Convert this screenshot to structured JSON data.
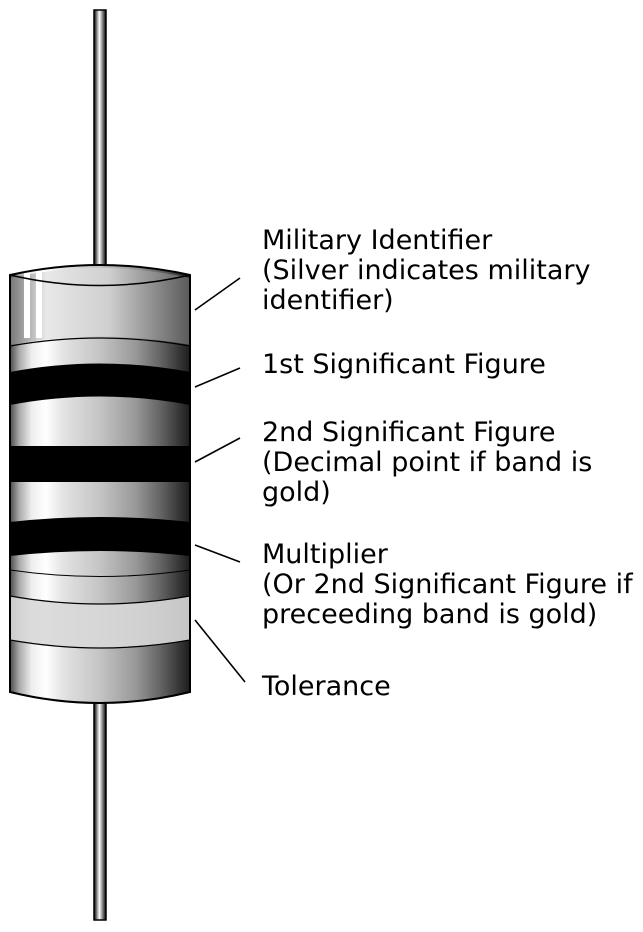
{
  "callouts": [
    {
      "lines": [
        "Military Identifier",
        "(Silver indicates military",
        "identifier)"
      ]
    },
    {
      "lines": [
        "1st Significant Figure"
      ]
    },
    {
      "lines": [
        "2nd Significant Figure",
        "(Decimal point if band is",
        "gold)"
      ]
    },
    {
      "lines": [
        "Multiplier",
        "(Or 2nd Significant Figure if",
        "preceeding band is gold)"
      ]
    },
    {
      "lines": [
        "Tolerance"
      ]
    }
  ],
  "bands": [
    {
      "role": "military-identifier",
      "color": "silver"
    },
    {
      "role": "first-significant-figure",
      "color": "black"
    },
    {
      "role": "second-significant-figure",
      "color": "black"
    },
    {
      "role": "multiplier",
      "color": "black"
    },
    {
      "role": "tolerance",
      "color": "silver"
    }
  ],
  "colors": {
    "black": "#000000",
    "background": "#ffffff"
  }
}
